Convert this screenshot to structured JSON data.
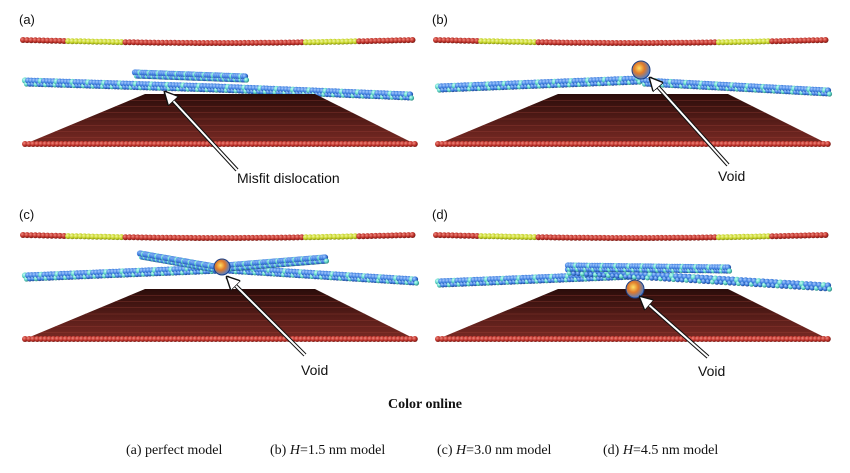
{
  "panels": [
    {
      "label": "(a)",
      "callout": "Misfit dislocation"
    },
    {
      "label": "(b)",
      "callout": "Void"
    },
    {
      "label": "(c)",
      "callout": "Void"
    },
    {
      "label": "(d)",
      "callout": "Void"
    }
  ],
  "color_note": "Color online",
  "captions": [
    {
      "prefix": "(a) perfect model",
      "var": "",
      "rest": ""
    },
    {
      "prefix": "(b) ",
      "var": "H",
      "rest": "=1.5 nm model"
    },
    {
      "prefix": "(c) ",
      "var": "H",
      "rest": "=3.0 nm model"
    },
    {
      "prefix": "(d) ",
      "var": "H",
      "rest": "=4.5 nm model"
    }
  ],
  "colors": {
    "atom_red": "#c0332b",
    "atom_yellow": "#c8d62a",
    "atom_blue": "#3d7fe0",
    "atom_cyan": "#5fd6c8",
    "void_orange": "#e07a2a"
  }
}
